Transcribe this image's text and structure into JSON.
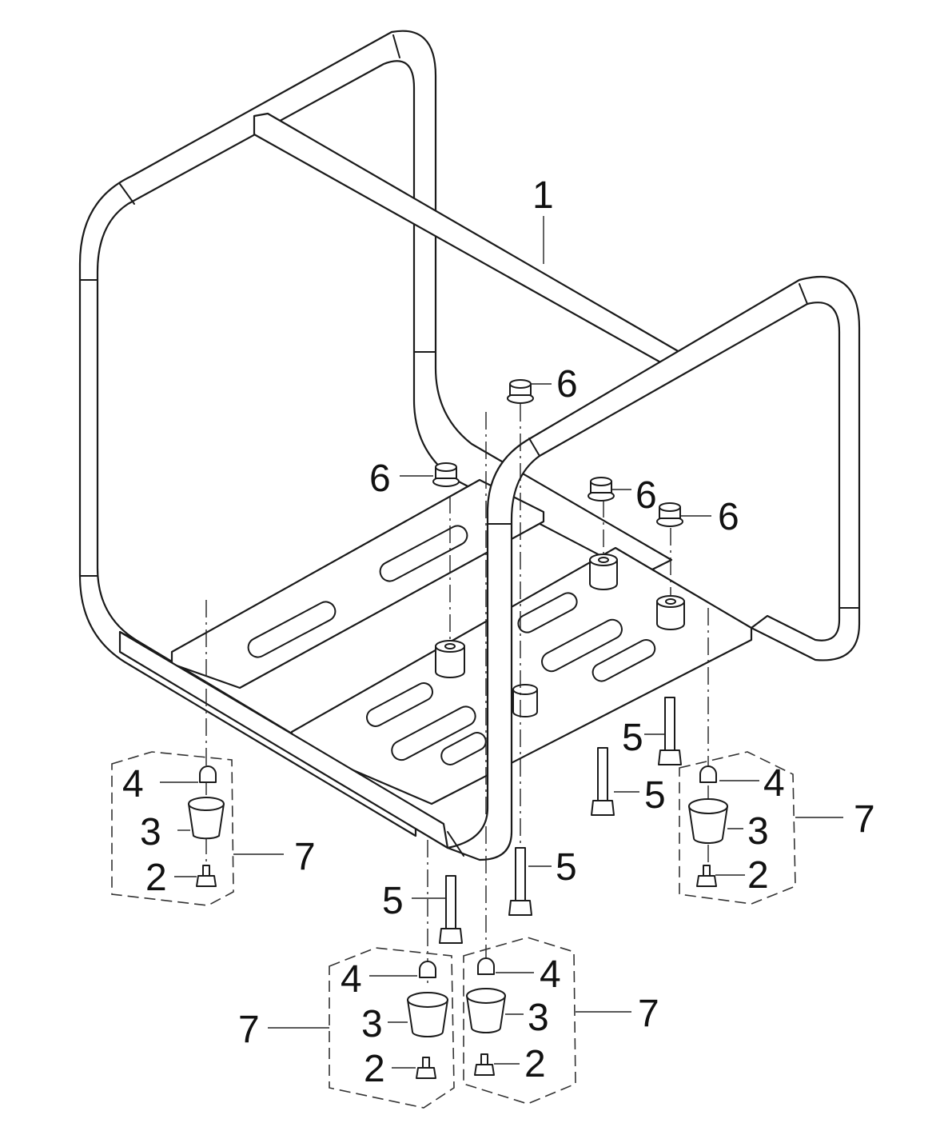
{
  "diagram": {
    "callouts": {
      "frame": "1",
      "bolt_small": "2",
      "rubber_foot": "3",
      "cap_nut": "4",
      "long_bolt": "5",
      "flange_nut": "6",
      "foot_assembly": "7"
    }
  },
  "colors": {
    "line": "#1a1a1a",
    "background": "#ffffff"
  }
}
